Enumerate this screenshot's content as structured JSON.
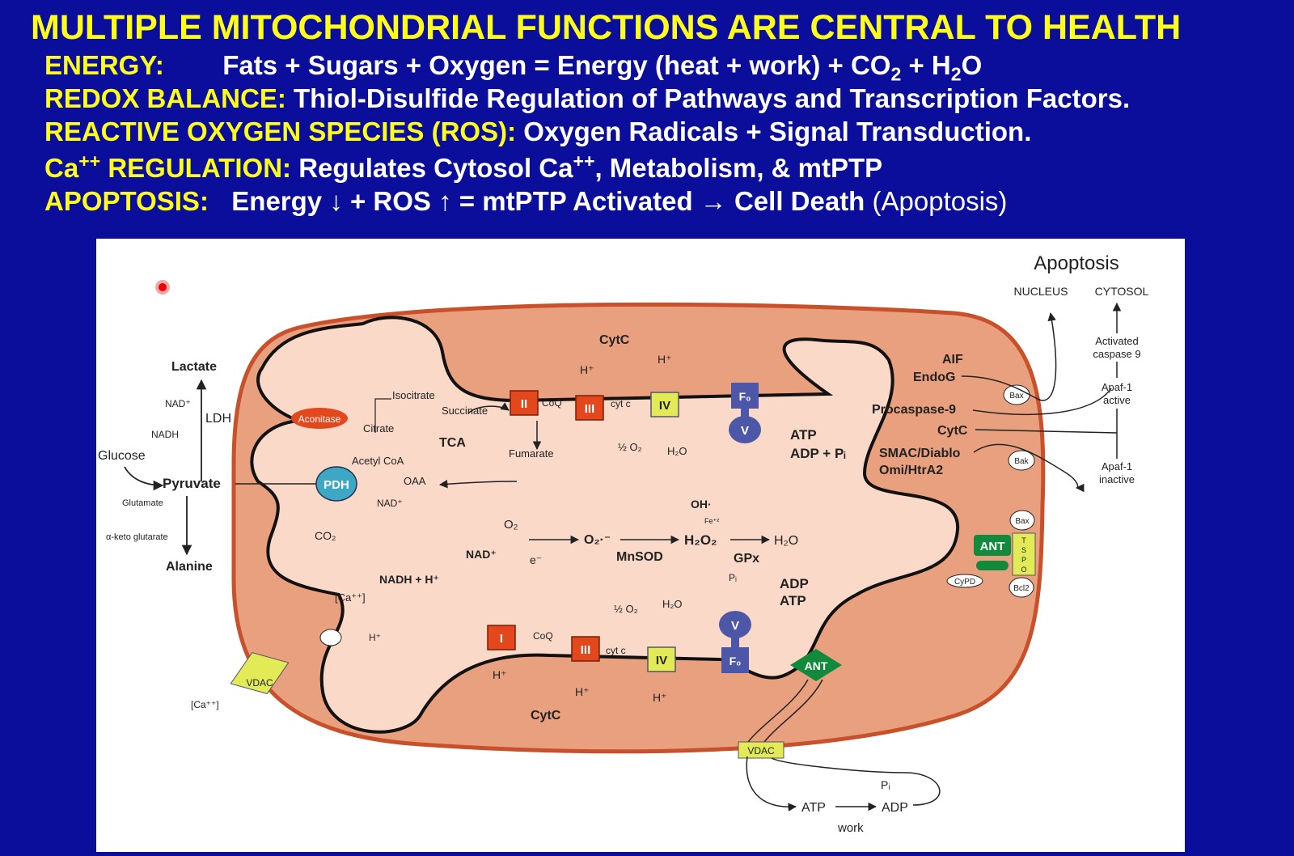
{
  "slide": {
    "title": "MULTIPLE MITOCHONDRIAL FUNCTIONS ARE CENTRAL TO HEALTH",
    "bullets": [
      {
        "key": "ENERGY:",
        "val_a": "Fats + Sugars + Oxygen = Energy (heat + work) + CO",
        "val_sub1": "2",
        "val_b": " + H",
        "val_sub2": "2",
        "val_c": "O"
      },
      {
        "key": "REDOX BALANCE:",
        "val": "Thiol-Disulfide Regulation of Pathways and Transcription Factors."
      },
      {
        "key": "REACTIVE OXYGEN SPECIES (ROS):",
        "val": "Oxygen Radicals + Signal Transduction."
      },
      {
        "key_a": "Ca",
        "key_sup": "++",
        "key_b": " REGULATION:",
        "val_a": "Regulates Cytosol Ca",
        "val_sup": "++",
        "val_b": ", Metabolism, & mtPTP"
      },
      {
        "key": "APOPTOSIS:",
        "val": "Energy ↓ +  ROS ↑  =  mtPTP Activated → Cell Death",
        "val_thin": "(Apoptosis)"
      }
    ]
  },
  "diagram": {
    "apoptosis_header": "Apoptosis",
    "nucleus": "NUCLEUS",
    "cytosol": "CYTOSOL",
    "activated_caspase_1": "Activated",
    "activated_caspase_2": "caspase 9",
    "apaf_active_1": "Apaf-1",
    "apaf_active_2": "active",
    "apaf_inactive_1": "Apaf-1",
    "apaf_inactive_2": "inactive",
    "aif": "AIF",
    "endog": "EndoG",
    "procaspase": "Procaspase-9",
    "cytc_ims": "CytC",
    "smac": "SMAC/Diablo",
    "omi": "Omi/HtrA2",
    "bax": "Bax",
    "bak": "Bak",
    "bcl2": "Bcl2",
    "cypd": "CyPD",
    "ant": "ANT",
    "tspo": [
      "T",
      "S",
      "P",
      "O"
    ],
    "vdac": "VDAC",
    "lactate": "Lactate",
    "ldh": "LDH",
    "nad_plus": "NAD⁺",
    "nadh": "NADH",
    "glucose": "Glucose",
    "pyruvate": "Pyruvate",
    "glutamate": "Glutamate",
    "aketo": "α-keto glutarate",
    "alanine": "Alanine",
    "pdh": "PDH",
    "co2": "CO₂",
    "nad_plus_small": "NAD⁺",
    "aconitase": "Aconitase",
    "isocitrate": "Isocitrate",
    "citrate": "Citrate",
    "acetylcoa": "Acetyl CoA",
    "oaa": "OAA",
    "succinate": "Succinate",
    "fumarate": "Fumarate",
    "tca": "TCA",
    "complex_i": "I",
    "complex_ii": "II",
    "complex_iii": "III",
    "complex_iv": "IV",
    "coq": "CoQ",
    "cytc_small": "cyt c",
    "cytc_label": "CytC",
    "hplus": "H⁺",
    "f0": "F₀",
    "v": "V",
    "atp": "ATP",
    "adp_pi": "ADP + Pᵢ",
    "half_o2": "½ O₂",
    "h2o": "H₂O",
    "o2": "O₂",
    "e_minus": "e⁻",
    "nad_plus_mid": "NAD⁺",
    "nadh_h": "NADH + H⁺",
    "superoxide": "O₂·⁻",
    "mnsod": "MnSOD",
    "h2o2": "H₂O₂",
    "gpx": "GPx",
    "oh": "OH·",
    "fe": "Fe⁺²",
    "pi": "Pᵢ",
    "adp": "ADP",
    "ca": "[Ca⁺⁺]",
    "work": "work"
  },
  "colors": {
    "background": "#0a0e9a",
    "title": "#ffff1a",
    "outer_membrane": "#e9a07e",
    "matrix": "#fbd9c8",
    "complex_red": "#e3471c",
    "complex_yellow": "#e2ea56",
    "atpase_blue": "#4d57a8",
    "pdh_teal": "#3ea8c4",
    "ant_green": "#128a3c"
  }
}
